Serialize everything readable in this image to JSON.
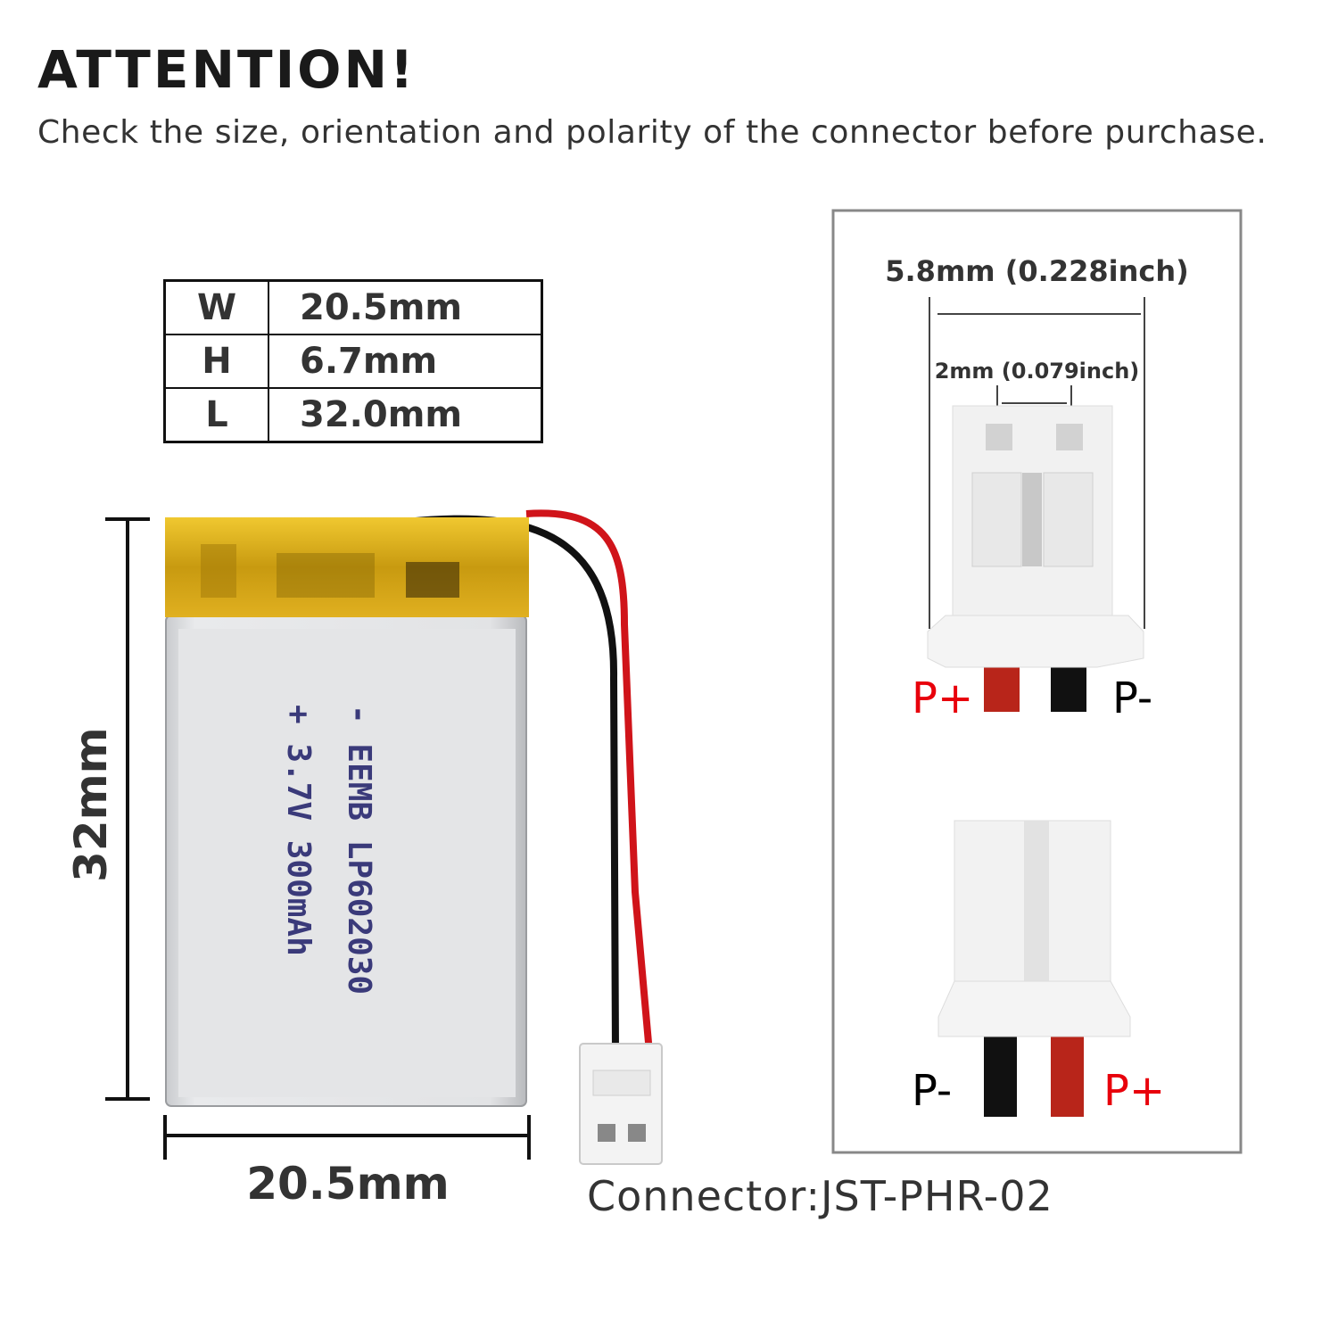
{
  "header": {
    "title": "ATTENTION!",
    "subtitle": "Check the size, orientation and polarity of the connector before purchase."
  },
  "specs": [
    {
      "key": "W",
      "value": "20.5mm"
    },
    {
      "key": "H",
      "value": "6.7mm"
    },
    {
      "key": "L",
      "value": "32.0mm"
    }
  ],
  "battery": {
    "height_label": "32mm",
    "width_label": "20.5mm",
    "print_line1": "- EEMB LP602030",
    "print_line2": "+ 3.7V 300mAh"
  },
  "connector": {
    "label": "Connector:JST-PHR-02",
    "total_width": "5.8mm (0.228inch)",
    "pin_pitch": "2mm (0.079inch)",
    "top_view": {
      "left": "P+",
      "right": "P-"
    },
    "bottom_view": {
      "left": "P-",
      "right": "P+"
    }
  },
  "colors": {
    "positive": "#e8000b",
    "negative": "#000000",
    "wire_red": "#c0160f",
    "wire_black": "#111111",
    "tape": "#e0b000"
  }
}
